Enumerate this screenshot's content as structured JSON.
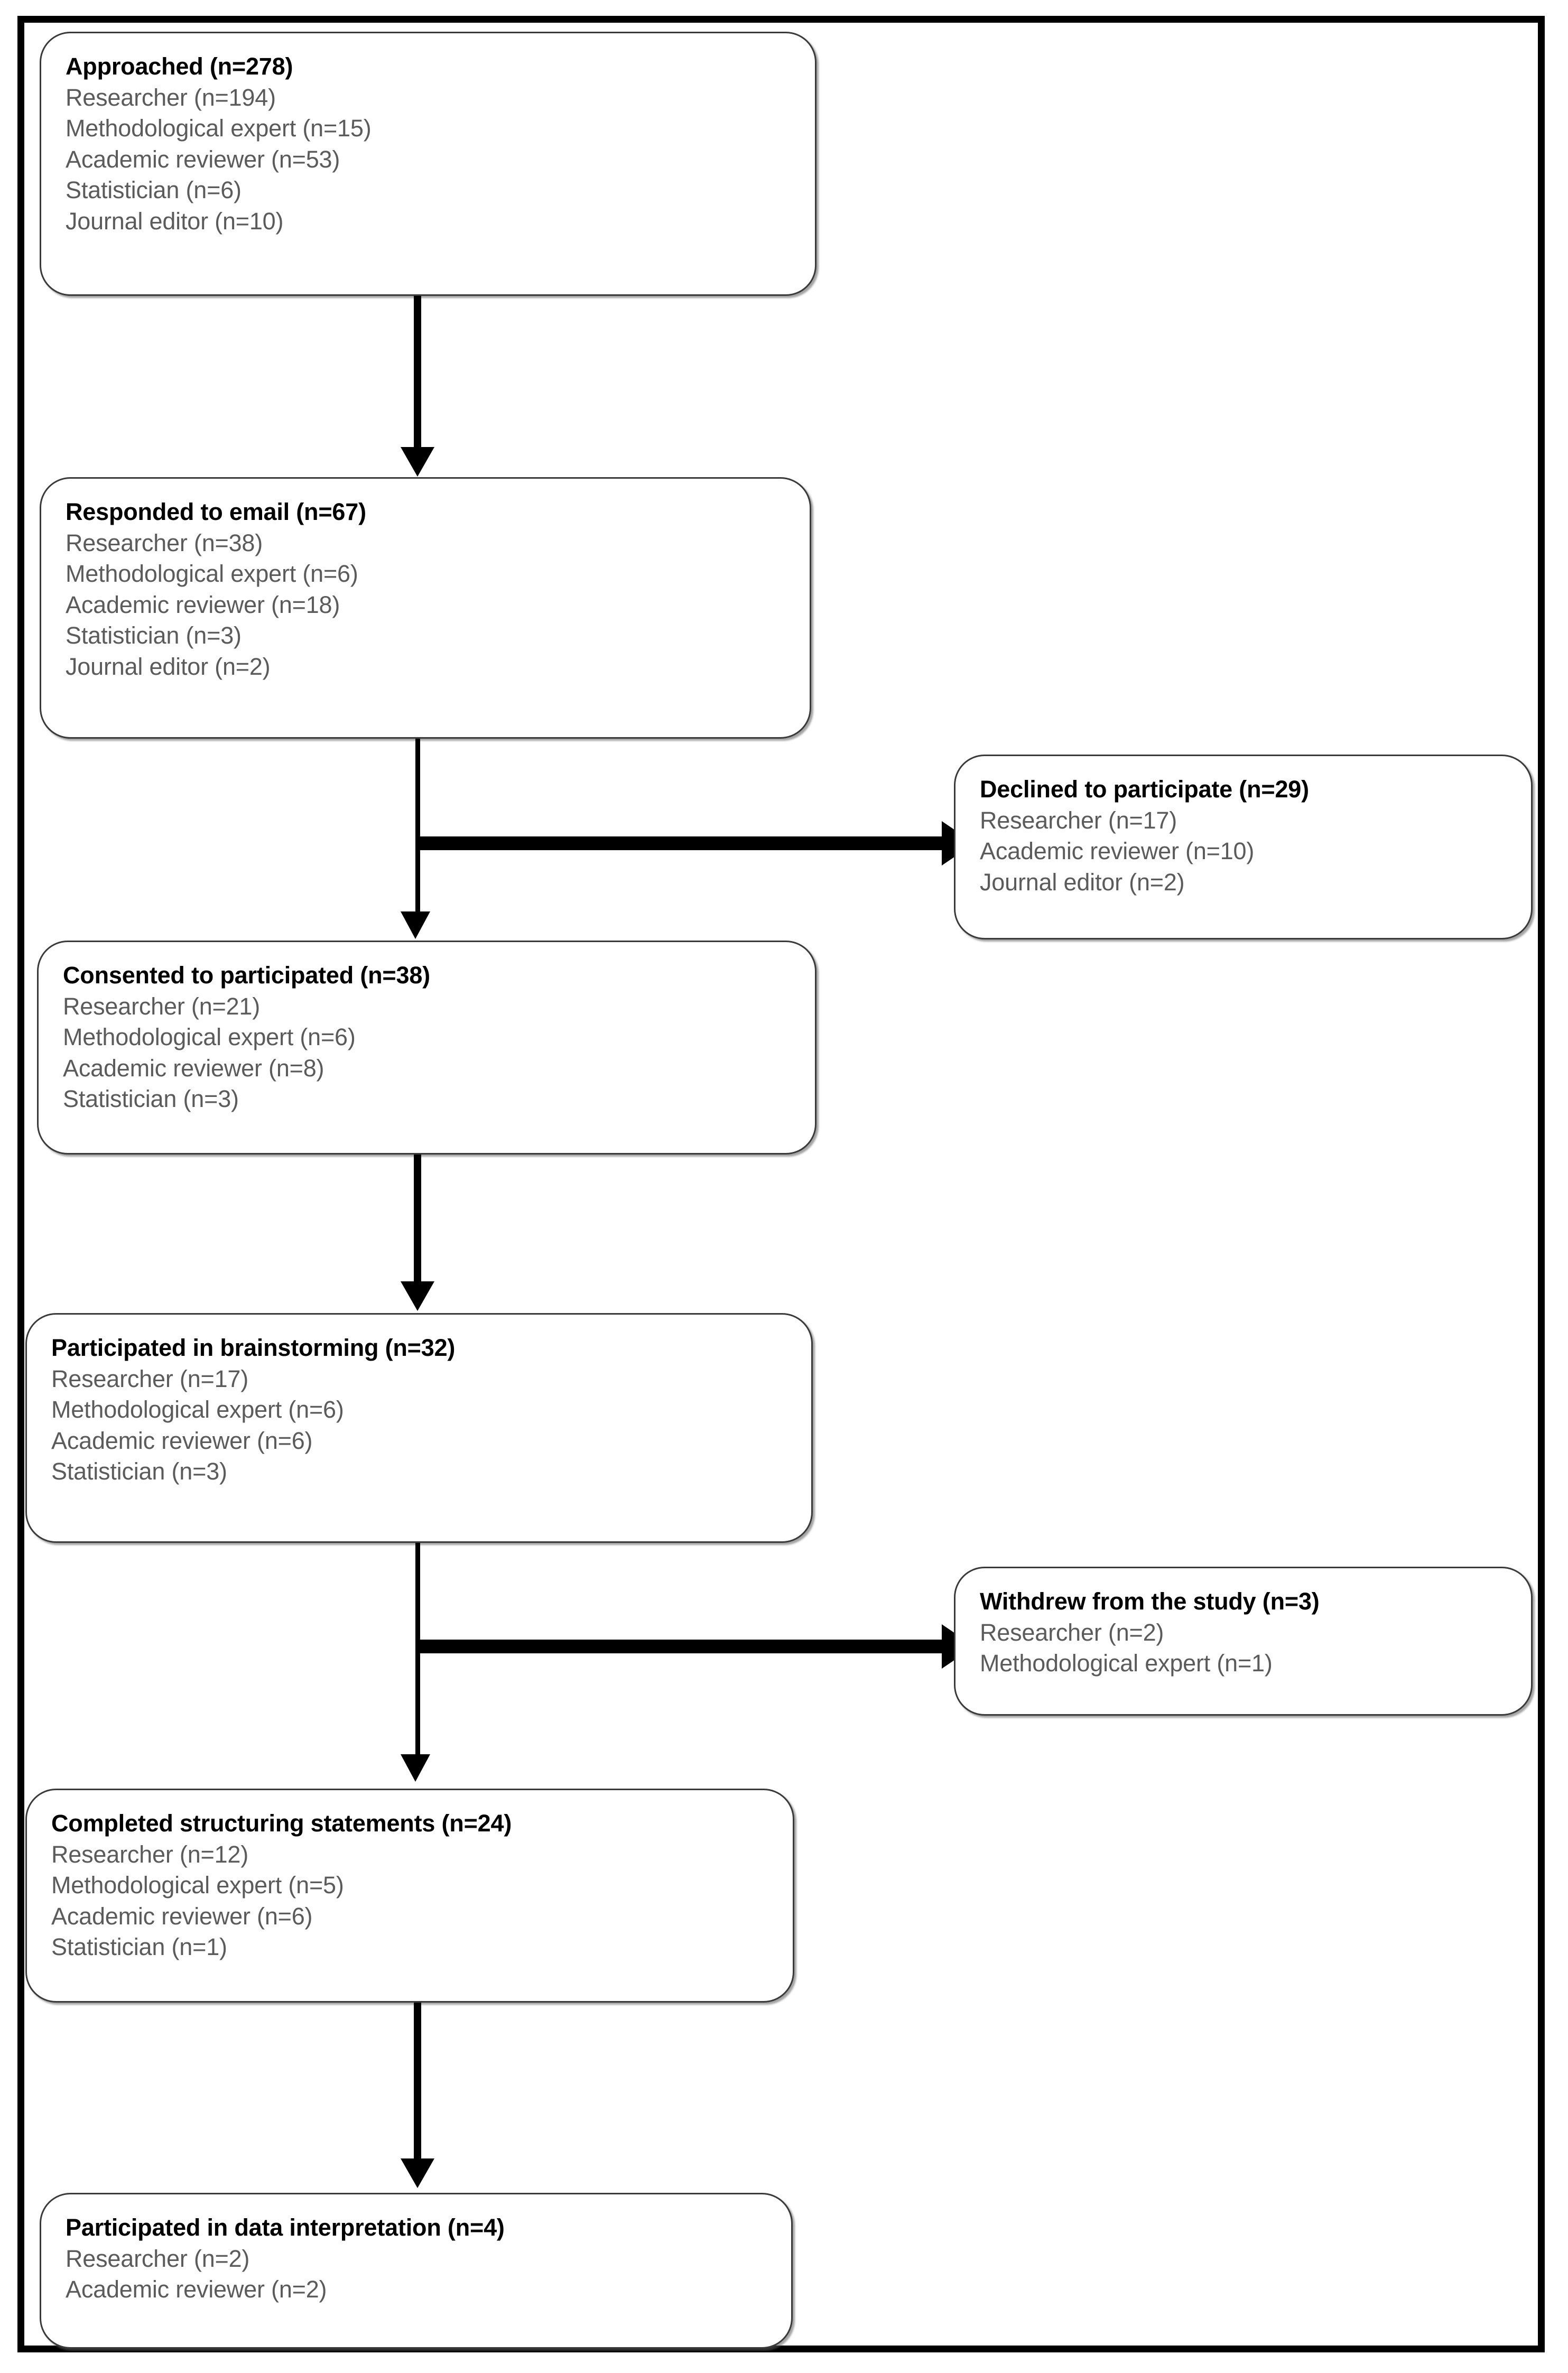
{
  "figure": {
    "type": "participant-flow-diagram",
    "boxes": [
      {
        "id": "approached",
        "title": "Approached (n=278)",
        "lines": [
          "Researcher (n=194)",
          "Methodological expert (n=15)",
          "Academic reviewer (n=53)",
          "Statistician (n=6)",
          "Journal editor (n=10)"
        ]
      },
      {
        "id": "responded",
        "title": "Responded to email (n=67)",
        "lines": [
          "Researcher (n=38)",
          "Methodological expert (n=6)",
          "Academic reviewer (n=18)",
          "Statistician (n=3)",
          "Journal editor (n=2)"
        ]
      },
      {
        "id": "declined",
        "title": "Declined to participate (n=29)",
        "lines": [
          "Researcher (n=17)",
          "Academic reviewer (n=10)",
          "Journal editor (n=2)"
        ]
      },
      {
        "id": "consented",
        "title": "Consented to participated (n=38)",
        "lines": [
          "Researcher (n=21)",
          "Methodological expert (n=6)",
          "Academic reviewer (n=8)",
          "Statistician (n=3)"
        ]
      },
      {
        "id": "brainstorming",
        "title": "Participated in brainstorming (n=32)",
        "lines": [
          "Researcher (n=17)",
          "Methodological expert (n=6)",
          "Academic reviewer (n=6)",
          "Statistician (n=3)"
        ]
      },
      {
        "id": "withdrew",
        "title": "Withdrew from the study (n=3)",
        "lines": [
          "Researcher (n=2)",
          "Methodological expert (n=1)"
        ]
      },
      {
        "id": "structuring",
        "title": "Completed structuring statements (n=24)",
        "lines": [
          "Researcher (n=12)",
          "Methodological expert (n=5)",
          "Academic reviewer (n=6)",
          "Statistician (n=1)"
        ]
      },
      {
        "id": "interpretation",
        "title": "Participated in data interpretation (n=4)",
        "lines": [
          "Researcher (n=2)",
          "Academic reviewer (n=2)"
        ]
      }
    ],
    "colors": {
      "frame": "#000000",
      "box_border": "#3a3a3a",
      "title_text": "#000000",
      "body_text": "#5b5b5b",
      "connector": "#000000",
      "background": "#ffffff"
    }
  }
}
